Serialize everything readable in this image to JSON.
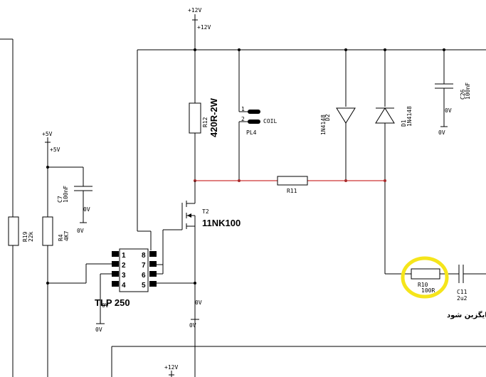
{
  "rails": {
    "vcc12_top": "+12V",
    "vcc12_top2": "+12V",
    "vcc5": "+5V",
    "vcc5_2": "+5V",
    "vcc12_bottom": "+12V"
  },
  "components": {
    "r12": {
      "ref": "R12",
      "value": "420R-2W"
    },
    "pl4": {
      "ref": "PL4",
      "label": "COIL",
      "pin1": "1",
      "pin2": "2"
    },
    "d2": {
      "ref": "D2",
      "value": "1N4148"
    },
    "d1": {
      "ref": "D1",
      "value": "1N4148"
    },
    "c26": {
      "ref": "C26",
      "value": "100nF",
      "gnd": "0V",
      "gnd2": "0V"
    },
    "r11": {
      "ref": "R11"
    },
    "t2": {
      "ref": "T2",
      "value": "11NK100"
    },
    "c7": {
      "ref": "C7",
      "value": "100nF",
      "gnd": "0V",
      "gnd2": "0V"
    },
    "r4": {
      "ref": "R4",
      "value": "4K7"
    },
    "r19": {
      "ref": "R19",
      "value": "22k"
    },
    "u_opto": {
      "part": "TLP 250",
      "pins_left": [
        "1",
        "2",
        "3",
        "4"
      ],
      "pins_right": [
        "8",
        "7",
        "6",
        "5"
      ],
      "gnd": "0V",
      "gnd2": "0V"
    },
    "t2_gnd": {
      "gnd": "0V",
      "gnd2": "0V"
    },
    "r10": {
      "ref": "R10",
      "value": "100R"
    },
    "c11": {
      "ref": "C11",
      "value": "2u2"
    }
  },
  "annotation": {
    "text": "حذف شود ـ فریت بید جایگزین شود",
    "highlight_color": "#f5e51b"
  }
}
